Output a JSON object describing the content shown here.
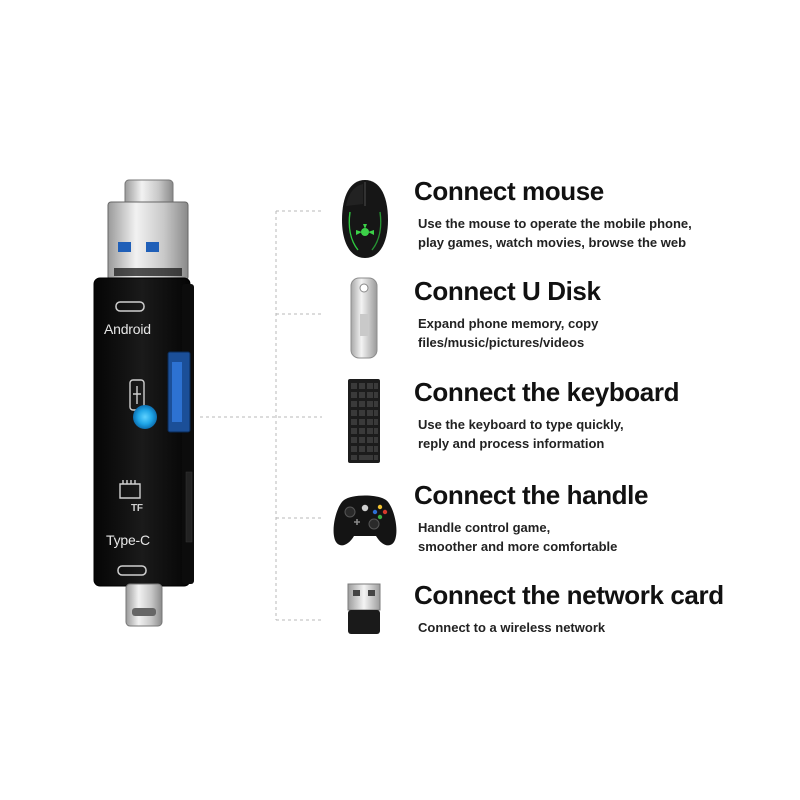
{
  "device": {
    "label_android": "Android",
    "label_typec": "Type-C",
    "label_tf": "TF",
    "icons": [
      "usb-port-icon",
      "usb-symbol-icon",
      "tf-card-icon",
      "type-c-port-icon"
    ]
  },
  "items": [
    {
      "title": "Connect mouse",
      "line1": "Use the mouse to operate the mobile phone,",
      "line2": "play games, watch movies, browse the web",
      "icon": "gaming-mouse-icon"
    },
    {
      "title": "Connect U Disk",
      "line1": "Expand phone memory, copy",
      "line2": "files/music/pictures/videos",
      "icon": "usb-flash-drive-icon"
    },
    {
      "title": "Connect the keyboard",
      "line1": "Use the keyboard to type quickly,",
      "line2": "reply and process information",
      "icon": "keyboard-icon"
    },
    {
      "title": "Connect the handle",
      "line1": "Handle control game,",
      "line2": "smoother and more comfortable",
      "icon": "gamepad-icon"
    },
    {
      "title": "Connect the network card",
      "line1": "Connect to a wireless network",
      "line2": "",
      "icon": "wifi-dongle-icon"
    }
  ],
  "colors": {
    "device_body": "#111111",
    "usb_blue": "#1f5fb8",
    "highlight_dot": "#2aa7e8",
    "connector_line": "#b8b8b8",
    "title_text": "#111111"
  }
}
